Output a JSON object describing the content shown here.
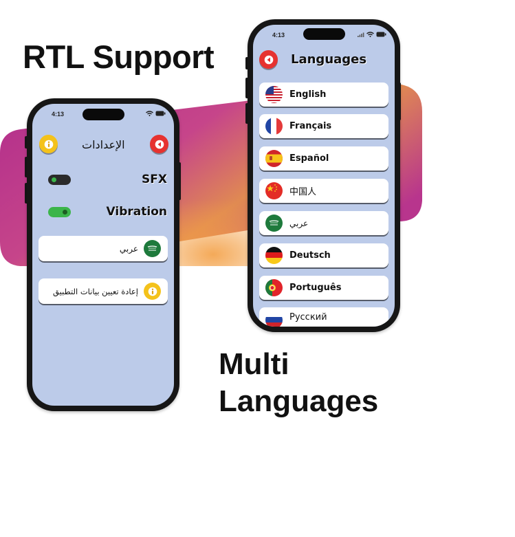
{
  "headlines": {
    "rtl": "RTL Support",
    "multi_line1": "Multi",
    "multi_line2": "Languages"
  },
  "colors": {
    "screen_bg": "#bccbe9",
    "accent_red": "#e63230",
    "accent_yellow": "#f4c21b",
    "toggle_on": "#3bb54a",
    "toggle_off": "#2b2b2b",
    "blob_start": "#b02c8c",
    "blob_end": "#e8954a"
  },
  "settings_phone": {
    "status_time": "4:13",
    "title": "الإعدادات",
    "back_icon": "back-arrow-icon",
    "info_icon": "info-icon",
    "settings": [
      {
        "label": "SFX",
        "enabled": false
      },
      {
        "label": "Vibration",
        "enabled": true
      }
    ],
    "language_card": {
      "label": "عربي",
      "flag": "saudi-arabia-flag-icon"
    },
    "reset_card": {
      "label": "إعادة تعيين بيانات التطبيق",
      "icon": "info-icon"
    }
  },
  "languages_phone": {
    "status_time": "4:13",
    "title": "Languages",
    "back_icon": "back-arrow-icon",
    "languages": [
      {
        "label": "English",
        "flag": "us",
        "bold": true
      },
      {
        "label": "Français",
        "flag": "fr",
        "bold": true
      },
      {
        "label": "Español",
        "flag": "es",
        "bold": true
      },
      {
        "label": "中国人",
        "flag": "cn",
        "bold": false
      },
      {
        "label": "عربي",
        "flag": "sa",
        "bold": false
      },
      {
        "label": "Deutsch",
        "flag": "de",
        "bold": true
      },
      {
        "label": "Português",
        "flag": "pt",
        "bold": true
      },
      {
        "label": "Русский",
        "flag": "ru",
        "bold": false
      }
    ]
  }
}
